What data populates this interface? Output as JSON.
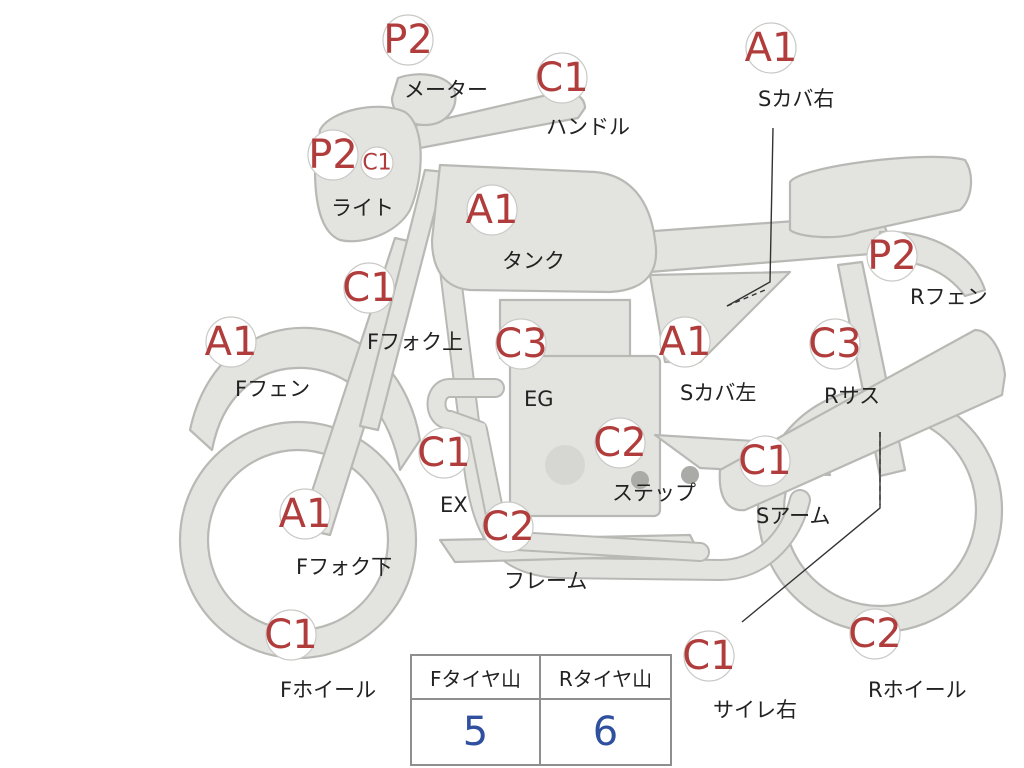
{
  "colors": {
    "grade": "#b13c3c",
    "label": "#222222",
    "bike_fill": "#e3e3e0",
    "bike_stroke": "#b8b8b4",
    "tread_value": "#2f4f9f"
  },
  "parts": [
    {
      "id": "meter",
      "grades": [
        "P2"
      ],
      "label": "メーター"
    },
    {
      "id": "handle",
      "grades": [
        "C1"
      ],
      "label": "ハンドル"
    },
    {
      "id": "side-cover-right",
      "grades": [
        "A1"
      ],
      "label": "Sカバ右"
    },
    {
      "id": "light",
      "grades": [
        "P2",
        "C1"
      ],
      "label": "ライト"
    },
    {
      "id": "tank",
      "grades": [
        "A1"
      ],
      "label": "タンク"
    },
    {
      "id": "rear-fender",
      "grades": [
        "P2"
      ],
      "label": "Rフェン"
    },
    {
      "id": "front-fork-upper",
      "grades": [
        "C1"
      ],
      "label": "Fフォク上"
    },
    {
      "id": "front-fender",
      "grades": [
        "A1"
      ],
      "label": "Fフェン"
    },
    {
      "id": "engine",
      "grades": [
        "C3"
      ],
      "label": "EG"
    },
    {
      "id": "side-cover-left",
      "grades": [
        "A1"
      ],
      "label": "Sカバ左"
    },
    {
      "id": "rear-suspension",
      "grades": [
        "C3"
      ],
      "label": "Rサス"
    },
    {
      "id": "exhaust",
      "grades": [
        "C1"
      ],
      "label": "EX"
    },
    {
      "id": "step",
      "grades": [
        "C2"
      ],
      "label": "ステップ"
    },
    {
      "id": "swing-arm",
      "grades": [
        "C1"
      ],
      "label": "Sアーム"
    },
    {
      "id": "front-fork-lower",
      "grades": [
        "A1"
      ],
      "label": "Fフォク下"
    },
    {
      "id": "frame",
      "grades": [
        "C2"
      ],
      "label": "フレーム"
    },
    {
      "id": "front-wheel",
      "grades": [
        "C1"
      ],
      "label": "Fホイール"
    },
    {
      "id": "silencer-right",
      "grades": [
        "C1"
      ],
      "label": "サイレ右"
    },
    {
      "id": "rear-wheel",
      "grades": [
        "C2"
      ],
      "label": "Rホイール"
    }
  ],
  "tread_table": {
    "front_header": "Fタイヤ山",
    "rear_header": "Rタイヤ山",
    "front_value": "5",
    "rear_value": "6"
  }
}
